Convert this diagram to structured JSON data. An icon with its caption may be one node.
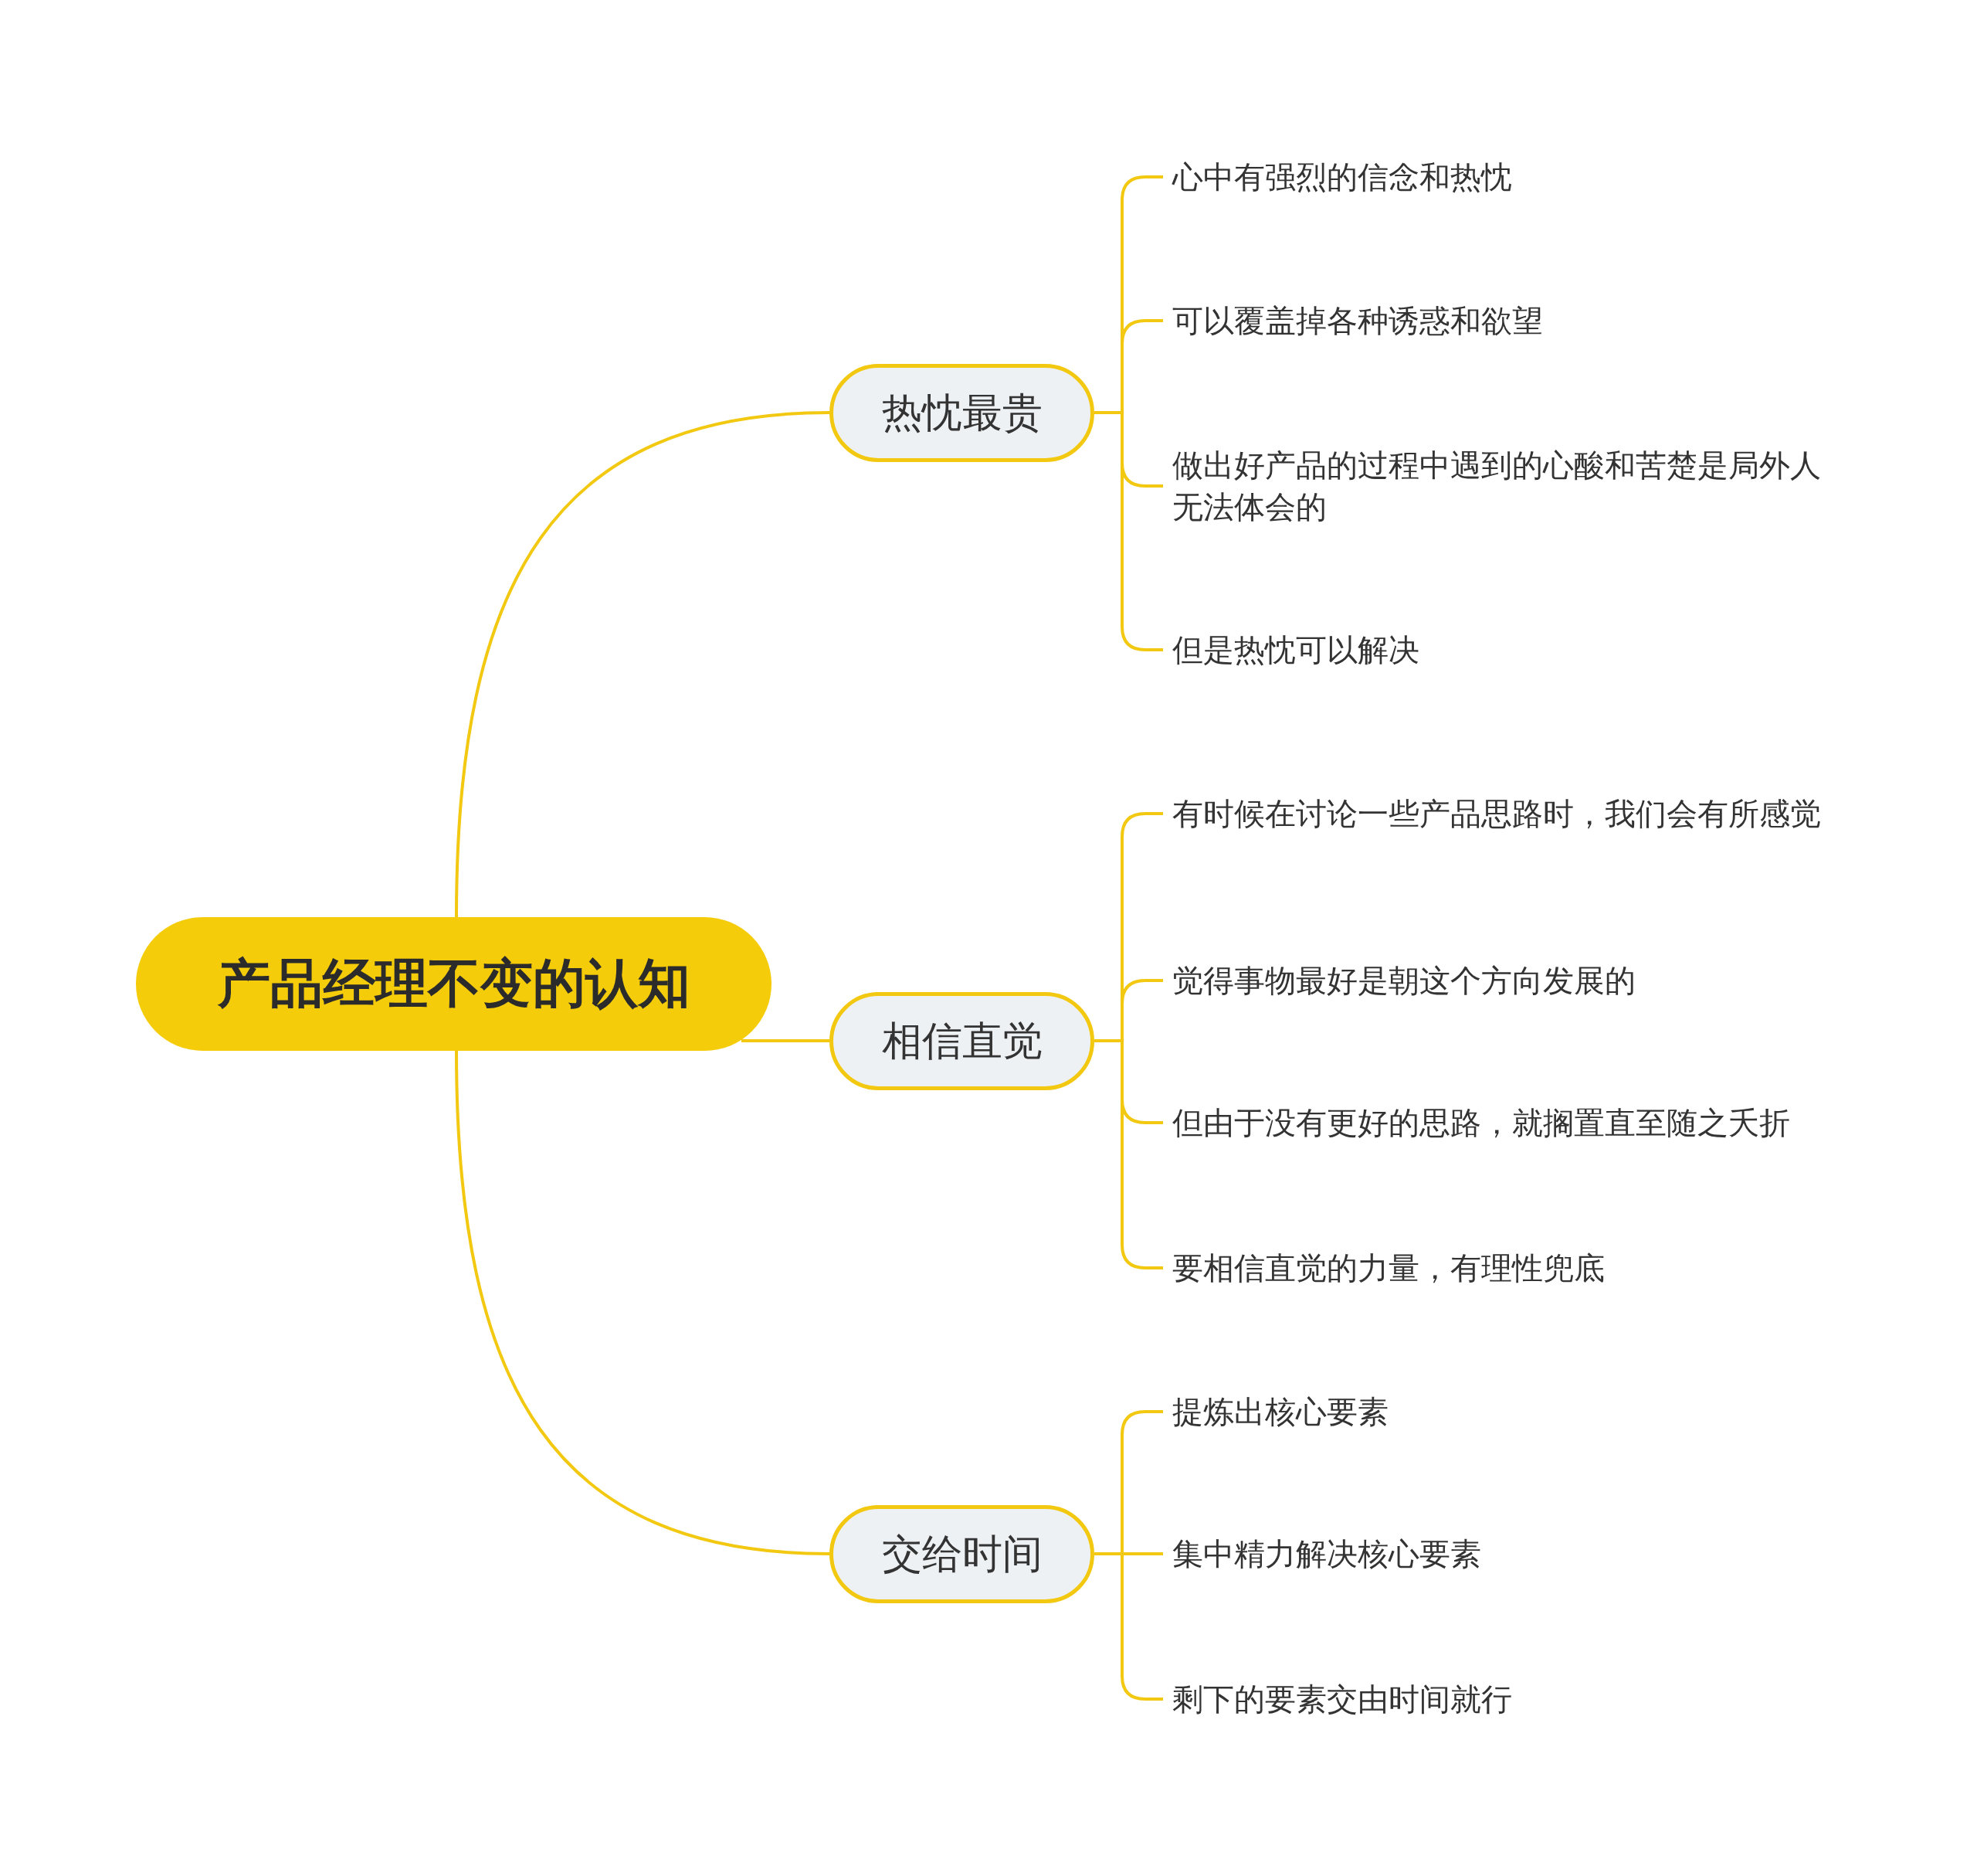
{
  "diagram": {
    "nodes": [
      {
        "text": [
          "产品经理不变的认知"
        ]
      },
      {
        "text": [
          "热忱最贵"
        ]
      },
      {
        "text": [
          "心中有强烈的信念和热忱"
        ]
      },
      {
        "text": [
          "可以覆盖掉各种诱惑和欲望"
        ]
      },
      {
        "text": [
          "做出好产品的过程中遇到的心酸和苦楚是局外人无法体会的"
        ]
      },
      {
        "text": [
          "但是热忱可以解决"
        ]
      },
      {
        "text": [
          "相信直觉"
        ]
      },
      {
        "text": [
          "有时候在讨论一些产品思路时，我们会有所感觉"
        ]
      },
      {
        "text": [
          "觉得事物最好是朝这个方向发展的"
        ]
      },
      {
        "text": [
          "但由于没有更好的思路，就搁置直至随之夭折"
        ]
      },
      {
        "text": [
          "要相信直觉的力量，有理性兜底"
        ]
      },
      {
        "text": [
          "交给时间"
        ]
      },
      {
        "text": [
          "提炼出核心要素"
        ]
      },
      {
        "text": [
          "集中精力解决核心要素"
        ]
      },
      {
        "text": [
          "剩下的要素交由时间就行"
        ]
      }
    ],
    "edges": [
      {
        "from": 0,
        "to": 1,
        "arrow": "none"
      },
      {
        "from": 0,
        "to": 6,
        "arrow": "none"
      },
      {
        "from": 0,
        "to": 11,
        "arrow": "none"
      },
      {
        "from": 1,
        "to": 2,
        "arrow": "none"
      },
      {
        "from": 1,
        "to": 3,
        "arrow": "none"
      },
      {
        "from": 1,
        "to": 4,
        "arrow": "none"
      },
      {
        "from": 1,
        "to": 5,
        "arrow": "none"
      },
      {
        "from": 6,
        "to": 7,
        "arrow": "none"
      },
      {
        "from": 6,
        "to": 8,
        "arrow": "none"
      },
      {
        "from": 6,
        "to": 9,
        "arrow": "none"
      },
      {
        "from": 6,
        "to": 10,
        "arrow": "none"
      },
      {
        "from": 11,
        "to": 12,
        "arrow": "none"
      },
      {
        "from": 11,
        "to": 13,
        "arrow": "none"
      },
      {
        "from": 11,
        "to": 14,
        "arrow": "none"
      }
    ]
  }
}
